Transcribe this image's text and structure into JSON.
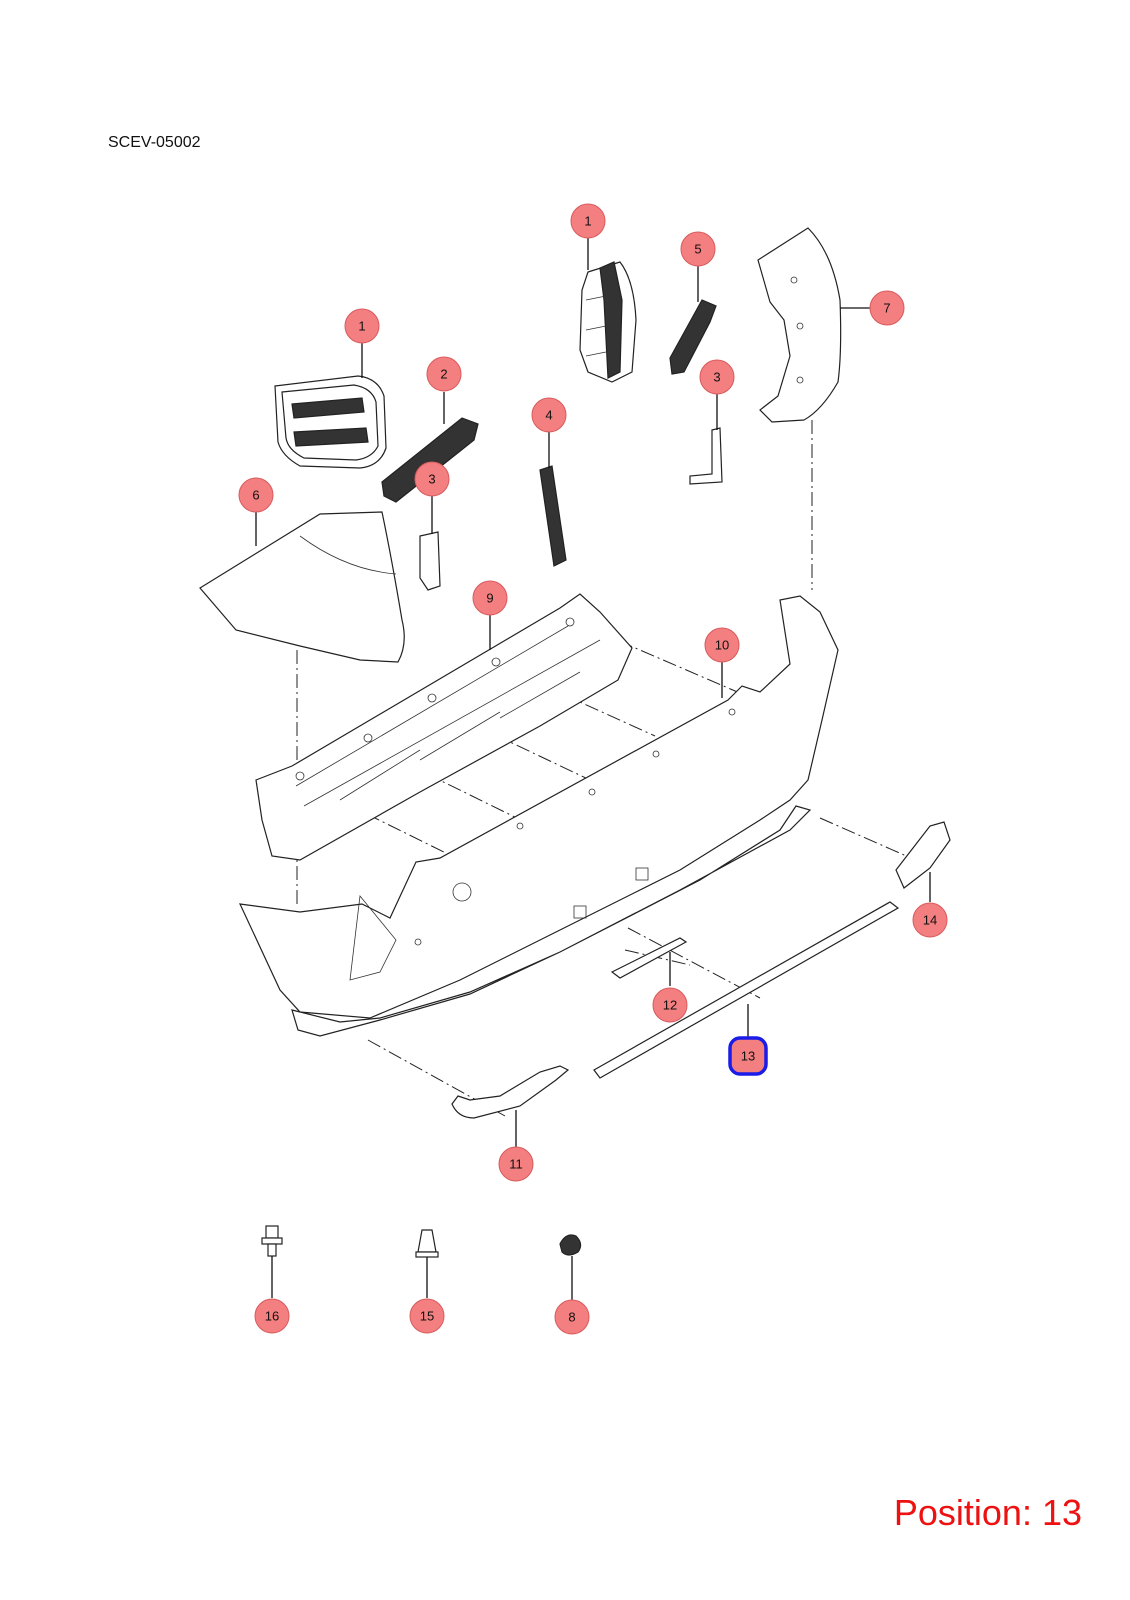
{
  "diagram": {
    "code": "SCEV-05002",
    "position_label": "Position: 13",
    "selected_callout": "13",
    "accent_color": "#ee1111",
    "callout_fill": "#f47f80",
    "selected_outline": "#1c1ce8"
  },
  "callouts": [
    {
      "id": "c1a",
      "label": "1"
    },
    {
      "id": "c1b",
      "label": "1"
    },
    {
      "id": "c2",
      "label": "2"
    },
    {
      "id": "c3a",
      "label": "3"
    },
    {
      "id": "c3b",
      "label": "3"
    },
    {
      "id": "c4",
      "label": "4"
    },
    {
      "id": "c5",
      "label": "5"
    },
    {
      "id": "c6",
      "label": "6"
    },
    {
      "id": "c7",
      "label": "7"
    },
    {
      "id": "c9",
      "label": "9"
    },
    {
      "id": "c10",
      "label": "10"
    },
    {
      "id": "c14",
      "label": "14"
    },
    {
      "id": "c12",
      "label": "12"
    },
    {
      "id": "c13",
      "label": "13"
    },
    {
      "id": "c11",
      "label": "11"
    },
    {
      "id": "c16",
      "label": "16"
    },
    {
      "id": "c15",
      "label": "15"
    },
    {
      "id": "c8",
      "label": "8"
    }
  ]
}
